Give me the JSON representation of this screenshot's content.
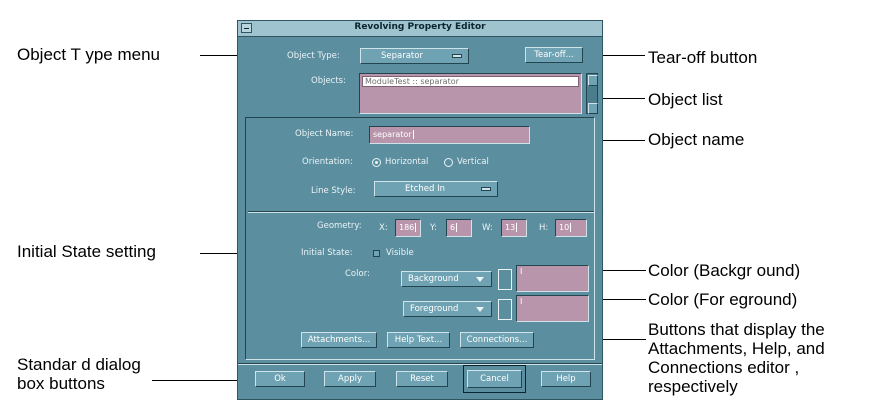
{
  "window": {
    "title": "Revolving Property Editor"
  },
  "object_type": {
    "label": "Object Type:",
    "value": "Separator"
  },
  "tear_off": {
    "label": "Tear-off..."
  },
  "objects": {
    "label": "Objects:",
    "items": [
      "ModuleTest :: separator"
    ]
  },
  "object_name": {
    "label": "Object Name:",
    "value": "separator"
  },
  "orientation": {
    "label": "Orientation:",
    "options": [
      "Horizontal",
      "Vertical"
    ],
    "selected": "Horizontal"
  },
  "line_style": {
    "label": "Line Style:",
    "value": "Etched In"
  },
  "geometry": {
    "label": "Geometry:",
    "x_label": "X:",
    "x": "186",
    "y_label": "Y:",
    "y": "6",
    "w_label": "W:",
    "w": "13",
    "h_label": "H:",
    "h": "10"
  },
  "initial_state": {
    "label": "Initial State:",
    "option": "Visible",
    "checked": false
  },
  "color": {
    "label": "Color:",
    "background_label": "Background",
    "foreground_label": "Foreground",
    "background_value": "I",
    "foreground_value": "I"
  },
  "buttons": {
    "attachments": "Attachments...",
    "help_text": "Help Text...",
    "connections": "Connections..."
  },
  "dialog": {
    "ok": "Ok",
    "apply": "Apply",
    "reset": "Reset",
    "cancel": "Cancel",
    "help": "Help"
  },
  "callouts": {
    "object_type_menu": "Object T ype menu",
    "tear_off_button": "Tear-off button",
    "object_list": "Object list",
    "object_name": "Object name",
    "initial_state": "Initial State setting",
    "color_background": "Color (Backgr ound)",
    "color_foreground": "Color (For eground)",
    "buttons_line1": "Buttons that display the",
    "buttons_line2": "Attachments, Help, and",
    "buttons_line3": "Connections editor   ,",
    "buttons_line4": "respectively",
    "standard_line1": "Standar d dialog",
    "standard_line2": "box buttons"
  },
  "colors": {
    "panel": "#5b8f9f",
    "titlebar": "#9fc3cf",
    "field": "#b995ac"
  }
}
